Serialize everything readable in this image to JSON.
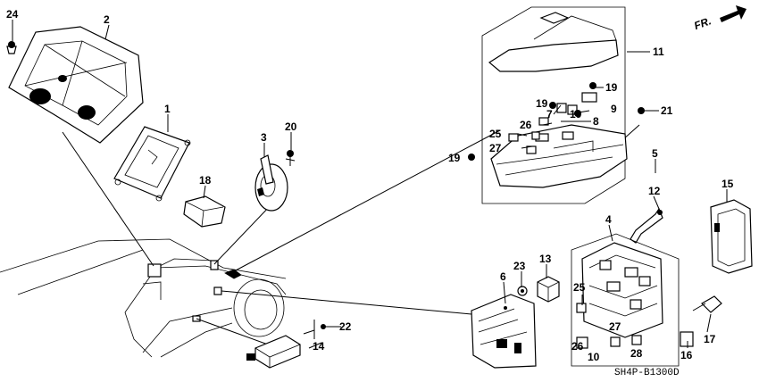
{
  "diagram": {
    "direction_label": "FR.",
    "drawing_code": "SH4P-B1300D",
    "callouts": {
      "c1": "1",
      "c2": "2",
      "c3": "3",
      "c4": "4",
      "c5": "5",
      "c6": "6",
      "c7": "7",
      "c8": "8",
      "c9": "9",
      "c10": "10",
      "c11": "11",
      "c12": "12",
      "c13": "13",
      "c14": "14",
      "c15": "15",
      "c16": "16",
      "c17": "17",
      "c18": "18",
      "c19a": "19",
      "c19b": "19",
      "c19c": "19",
      "c19d": "19",
      "c20": "20",
      "c21": "21",
      "c22": "22",
      "c23": "23",
      "c24": "24",
      "c25a": "25",
      "c25b": "25",
      "c26a": "26",
      "c26b": "26",
      "c27a": "27",
      "c27b": "27",
      "c28": "28"
    }
  }
}
